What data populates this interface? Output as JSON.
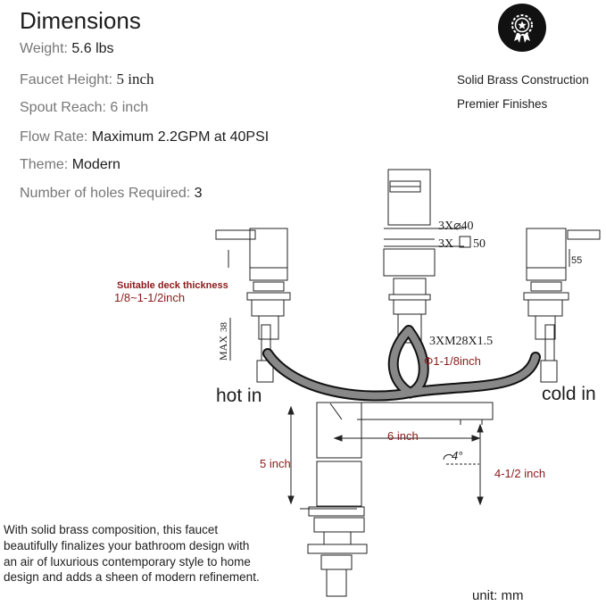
{
  "title": "Dimensions",
  "specs": [
    {
      "label": "Weight: ",
      "value": "5.6 lbs"
    },
    {
      "label": "Faucet Height: ",
      "value": "5 inch"
    },
    {
      "label": "Spout Reach: ",
      "value": "6 inch"
    },
    {
      "label": "Flow Rate: ",
      "value": "Maximum 2.2GPM at 40PSI"
    },
    {
      "label": "Theme: ",
      "value": "Modern"
    },
    {
      "label": "Number of holes Required: ",
      "value": "3"
    }
  ],
  "badge": {
    "icon": "award-star-icon"
  },
  "features": [
    "Solid Brass Construction",
    "Premier Finishes"
  ],
  "diagram": {
    "deck_label": "Suitable deck thickness",
    "deck_value": "1/8~1-1/2inch",
    "max_label": "MAX",
    "max_value": "38",
    "spout_dia": "3X⌀40",
    "spout_sq": "3X",
    "spout_sq_val": "50",
    "handle_size": "55",
    "thread": "3XM28X1.5",
    "pipe_dia": "Φ1-1/8inch",
    "hot": "hot in",
    "cold": "cold in",
    "reach": "6 inch",
    "height": "5 inch",
    "angle": "4°",
    "spout_height": "4-1/2 inch"
  },
  "description": "With solid brass composition, this faucet beautifully finalizes your bathroom design with an air of luxurious contemporary style to home design and adds a sheen of modern refinement.",
  "unit": "unit: mm"
}
